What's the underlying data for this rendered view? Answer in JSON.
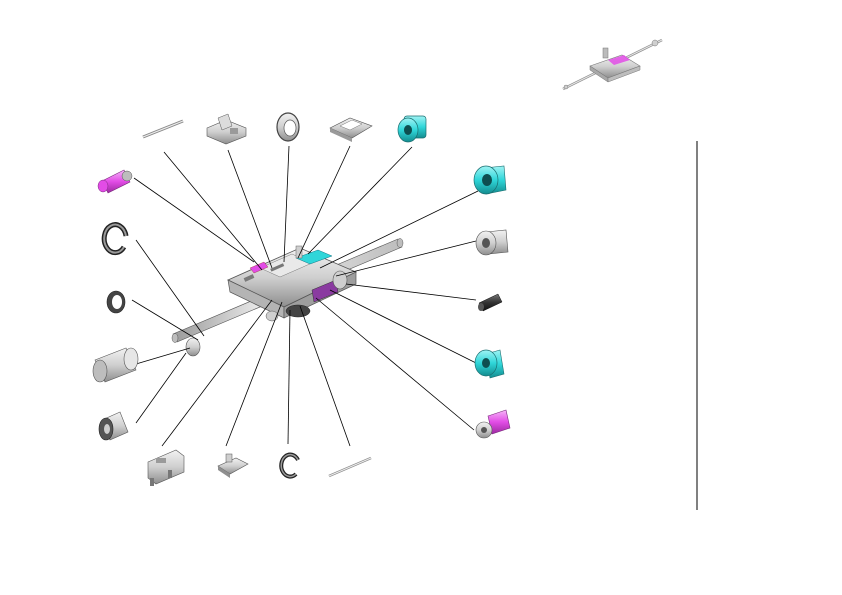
{
  "diagram": {
    "type": "exploded-parts-view",
    "accent_colors": {
      "highlight_cyan": "#2fd6d9",
      "highlight_magenta": "#e24ce6",
      "part_gray": "#cfcfcf",
      "line": "#000000"
    },
    "parts": [
      {
        "name": "pin"
      },
      {
        "name": "bracket"
      },
      {
        "name": "gear-ring"
      },
      {
        "name": "clip-plate"
      },
      {
        "name": "cyan-gear"
      },
      {
        "name": "magenta-roller"
      },
      {
        "name": "cyan-roller"
      },
      {
        "name": "bushing"
      },
      {
        "name": "spring"
      },
      {
        "name": "e-ring"
      },
      {
        "name": "washer"
      },
      {
        "name": "sleeve"
      },
      {
        "name": "bearing"
      },
      {
        "name": "cyan-bearing"
      },
      {
        "name": "magenta-bushing"
      },
      {
        "name": "holder"
      },
      {
        "name": "latch"
      },
      {
        "name": "c-ring"
      },
      {
        "name": "rod"
      }
    ]
  }
}
